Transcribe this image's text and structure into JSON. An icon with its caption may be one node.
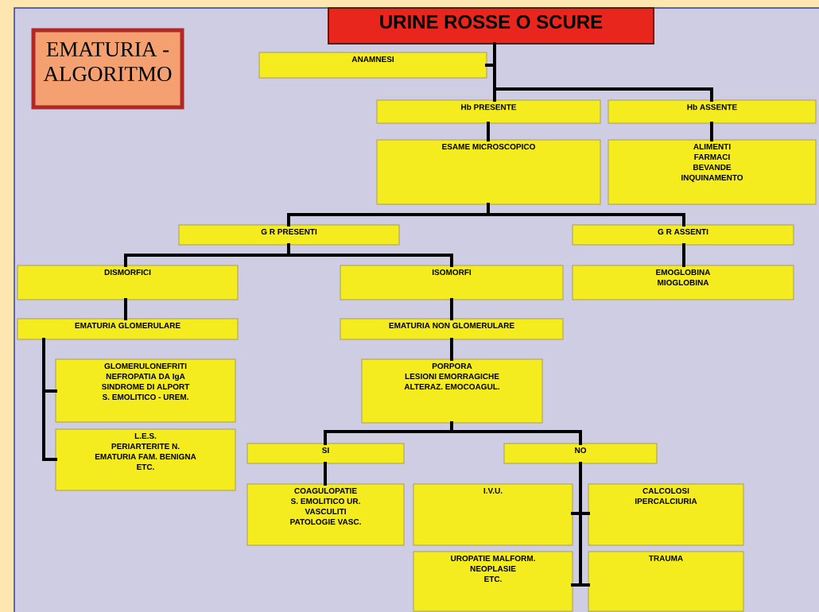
{
  "diagram": {
    "nodes": [
      {
        "text": [
          "URINE ROSSE O SCURE"
        ]
      },
      {
        "text": [
          "ANAMNESI"
        ]
      },
      {
        "text": [
          "Hb PRESENTE"
        ]
      },
      {
        "text": [
          "Hb ASSENTE"
        ]
      },
      {
        "text": [
          "ESAME MICROSCOPICO"
        ]
      },
      {
        "text": [
          "ALIMENTI",
          "FARMACI",
          "BEVANDE",
          "INQUINAMENTO"
        ]
      },
      {
        "text": [
          "G R PRESENTI"
        ]
      },
      {
        "text": [
          "G R ASSENTI"
        ]
      },
      {
        "text": [
          "DISMORFICI"
        ]
      },
      {
        "text": [
          "ISOMORFI"
        ]
      },
      {
        "text": [
          "EMOGLOBINA",
          "MIOGLOBINA"
        ]
      },
      {
        "text": [
          "EMATURIA GLOMERULARE"
        ]
      },
      {
        "text": [
          "EMATURIA NON GLOMERULARE"
        ]
      },
      {
        "text": [
          "GLOMERULONEFRITI",
          "NEFROPATIA DA IgA",
          "SINDROME DI ALPORT",
          "S. EMOLITICO - UREM."
        ]
      },
      {
        "text": [
          "L.E.S.",
          "PERIARTERITE N.",
          "EMATURIA FAM. BENIGNA",
          "ETC."
        ]
      },
      {
        "text": [
          "PORPORA",
          "LESIONI EMORRAGICHE",
          "ALTERAZ. EMOCOAGUL."
        ]
      },
      {
        "text": [
          "SI"
        ]
      },
      {
        "text": [
          "NO"
        ]
      },
      {
        "text": [
          "COAGULOPATIE",
          "S. EMOLITICO UR.",
          "VASCULITI",
          "PATOLOGIE VASC."
        ]
      },
      {
        "text": [
          "I.V.U."
        ]
      },
      {
        "text": [
          "CALCOLOSI",
          "IPERCALCIURIA"
        ]
      },
      {
        "text": [
          "UROPATIE MALFORM.",
          "NEOPLASIE",
          "ETC."
        ]
      },
      {
        "text": [
          "TRAUMA"
        ]
      },
      {
        "text": [
          "EMATURIA - ALGORITMO"
        ]
      }
    ],
    "edges": [
      {
        "from": 0,
        "to": 1,
        "arrow": "none"
      },
      {
        "from": 0,
        "to": 2,
        "arrow": "none"
      },
      {
        "from": 0,
        "to": 3,
        "arrow": "none"
      },
      {
        "from": 2,
        "to": 4,
        "arrow": "none"
      },
      {
        "from": 3,
        "to": 5,
        "arrow": "none"
      },
      {
        "from": 4,
        "to": 6,
        "arrow": "none"
      },
      {
        "from": 4,
        "to": 7,
        "arrow": "none"
      },
      {
        "from": 6,
        "to": 8,
        "arrow": "none"
      },
      {
        "from": 6,
        "to": 9,
        "arrow": "none"
      },
      {
        "from": 7,
        "to": 10,
        "arrow": "none"
      },
      {
        "from": 8,
        "to": 11,
        "arrow": "none"
      },
      {
        "from": 9,
        "to": 12,
        "arrow": "none"
      },
      {
        "from": 11,
        "to": 13,
        "arrow": "none"
      },
      {
        "from": 11,
        "to": 14,
        "arrow": "none"
      },
      {
        "from": 12,
        "to": 15,
        "arrow": "none"
      },
      {
        "from": 15,
        "to": 16,
        "arrow": "none"
      },
      {
        "from": 15,
        "to": 17,
        "arrow": "none"
      },
      {
        "from": 16,
        "to": 18,
        "arrow": "none"
      },
      {
        "from": 17,
        "to": 19,
        "arrow": "none"
      },
      {
        "from": 17,
        "to": 20,
        "arrow": "none"
      },
      {
        "from": 17,
        "to": 21,
        "arrow": "none"
      },
      {
        "from": 17,
        "to": 22,
        "arrow": "none"
      }
    ]
  }
}
